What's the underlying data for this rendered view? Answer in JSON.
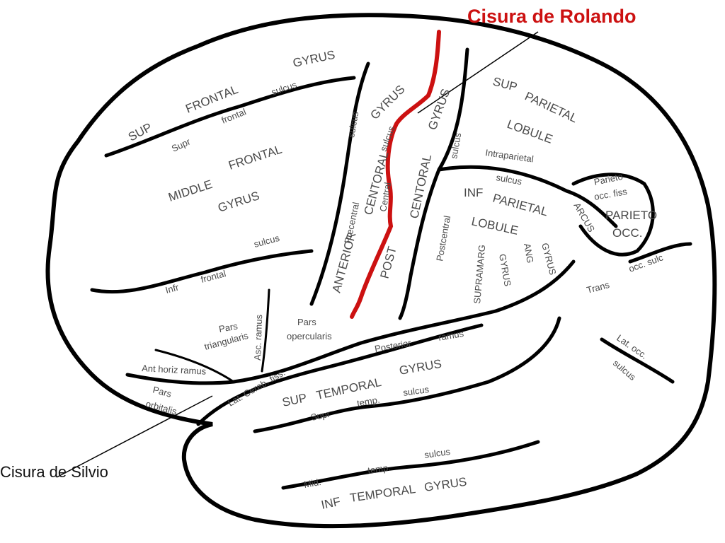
{
  "callouts": {
    "rolando": {
      "text": "Cisura de Rolando",
      "color": "#cc1111"
    },
    "silvio": {
      "text": "Cisura de Silvio"
    }
  },
  "labels": {
    "gyrus_top": "GYRUS",
    "sup": "SUP",
    "frontal_top": "FRONTAL",
    "supr": "Supr",
    "frontal_small": "frontal",
    "sulcus_top": "sulcus",
    "middle": "MIDDLE",
    "frontal_mid": "FRONTAL",
    "gyrus_mid": "GYRUS",
    "infr": "Infr",
    "frontal_infr": "frontal",
    "sulcus_infr": "sulcus",
    "pars_triangularis_1": "Pars",
    "pars_triangularis_2": "triangularis",
    "pars_opercularis_1": "Pars",
    "pars_opercularis_2": "opercularis",
    "ascending_ramus": "Asc. ramus",
    "ant_horiz_ramus": "Ant horiz ramus",
    "pars_orbitalis_1": "Pars",
    "pars_orbitalis_2": "orbitalis",
    "precentral_sulcus_1": "sulcus",
    "precentral_sulcus_2": "Precentral",
    "anterior": "ANTERIOR",
    "centoral_ant": "CENTORAL",
    "gyrus_ant": "GYRUS",
    "central_sulcus_1": "Central",
    "central_sulcus_2": "sulcus",
    "post": "POST",
    "centoral_post": "CENTORAL",
    "gyrus_post": "GYRUS",
    "postcentral_1": "Postcentral",
    "postcentral_2": "sulcus",
    "sup_parietal_1": "SUP",
    "sup_parietal_2": "PARIETAL",
    "lobule_sup": "LOBULE",
    "intraparietal_1": "Intraparietal",
    "intraparietal_2": "sulcus",
    "inf_parietal_1": "INF",
    "inf_parietal_2": "PARIETAL",
    "lobule_inf": "LOBULE",
    "supramarg_1": "SUPRAMARG",
    "supramarg_2": "GYRUS",
    "ang_1": "ANG",
    "ang_2": "GYRUS",
    "parieto_small": "Parieto",
    "occ_fiss": "occ. fiss",
    "arcus": "ARCUS",
    "parieto_occ_1": "PARIETO",
    "parieto_occ_2": "OCC.",
    "trans": "Trans",
    "occ_sulc": "occ. sulc",
    "lat_occ_1": "Lat. occ.",
    "lat_occ_2": "sulcus",
    "posterior_ramus_1": "Posterior",
    "posterior_ramus_2": "ramus",
    "lat_cereb_fiss": "Lat. Cereb. fiss.",
    "sup_temporal": "SUP",
    "temporal_sup": "TEMPORAL",
    "gyrus_temporal_sup": "GYRUS",
    "supr_temp_1": "Supr",
    "supr_temp_2": "temp.",
    "supr_temp_3": "sulcus",
    "mid_temp_1": "Mid.",
    "mid_temp_2": "temp.",
    "mid_temp_3": "sulcus",
    "inf_temporal_1": "INF",
    "inf_temporal_2": "TEMPORAL",
    "inf_temporal_3": "GYRUS"
  }
}
